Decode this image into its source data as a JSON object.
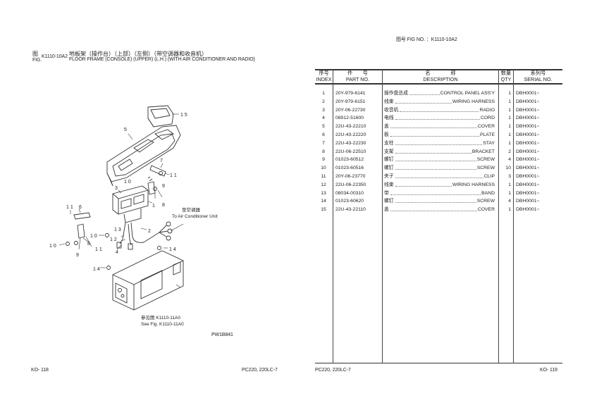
{
  "left_page": {
    "fig_prefix_cn": "图",
    "fig_prefix_en": "FIG.",
    "fig_no": "K1110-10A2",
    "title_cn": "地板架（操作台）（上部）（左侧）（带空调器和收音机）",
    "title_en": "FLOOR FRAME (CONSOLE) (UPPER) (L.H.) (WITH AIR CONDITIONER AND RADIO)",
    "diagram": {
      "callouts": [
        "1",
        "2",
        "3",
        "4",
        "5",
        "6",
        "7",
        "8",
        "8",
        "9",
        "9",
        "10",
        "10",
        "10",
        "11",
        "11",
        "11",
        "12",
        "13",
        "14",
        "14",
        "15"
      ],
      "to_ac_cn": "至空调器",
      "to_ac_en": "To Air Conditioner Unit",
      "see_fig_cn": "参见图 K1110-11A0",
      "see_fig_en": "See Fig. K1110-11A0",
      "code": "PW1B841"
    },
    "page_no": "KO- 118",
    "model": "PC220, 220LC-7"
  },
  "right_page": {
    "fig_header": "图号  FIG NO.  ：K1110-10A2",
    "table": {
      "headers": {
        "index_cn": "序号",
        "index_en": "INDEX",
        "part_cn": "件　　号",
        "part_en": "PART NO.",
        "desc_cn": "名　　　　称",
        "desc_en": "DESCRIPTION",
        "qty_cn": "数量",
        "qty_en": "QTY",
        "serial_cn": "系列号",
        "serial_en": "SERIAL NO."
      },
      "rows": [
        {
          "index": "1",
          "part_no": "20Y-979-6141",
          "desc_cn": "操作盘总成",
          "desc_en": "CONTROL PANEL ASS'Y",
          "qty": "1",
          "serial": "DBH0001~"
        },
        {
          "index": "2",
          "part_no": "20Y-979-6151",
          "desc_cn": "线束",
          "desc_en": "WIRING HARNESS",
          "qty": "1",
          "serial": "DBH0001~"
        },
        {
          "index": "3",
          "part_no": "20Y-06-22730",
          "desc_cn": "收音机",
          "desc_en": "RADIO",
          "qty": "1",
          "serial": "DBH0001~"
        },
        {
          "index": "4",
          "part_no": "08912-51600",
          "desc_cn": "电线",
          "desc_en": "CORD",
          "qty": "1",
          "serial": "DBH0001~"
        },
        {
          "index": "5",
          "part_no": "22U-43-22210",
          "desc_cn": "盖",
          "desc_en": "COVER",
          "qty": "1",
          "serial": "DBH0001~"
        },
        {
          "index": "6",
          "part_no": "22U-43-22220",
          "desc_cn": "板",
          "desc_en": "PLATE",
          "qty": "1",
          "serial": "DBH0001~"
        },
        {
          "index": "7",
          "part_no": "22U-43-22230",
          "desc_cn": "支柱",
          "desc_en": "STAY",
          "qty": "1",
          "serial": "DBH0001~"
        },
        {
          "index": "8",
          "part_no": "22U-06-22510",
          "desc_cn": "支架",
          "desc_en": "BRACKET",
          "qty": "2",
          "serial": "DBH0001~"
        },
        {
          "index": "9",
          "part_no": "01023-60512",
          "desc_cn": "螺钉",
          "desc_en": "SCREW",
          "qty": "4",
          "serial": "DBH0001~"
        },
        {
          "index": "10",
          "part_no": "01023-60516",
          "desc_cn": "螺钉",
          "desc_en": "SCREW",
          "qty": "10",
          "serial": "DBH0001~"
        },
        {
          "index": "11",
          "part_no": "20Y-06-23770",
          "desc_cn": "夹子",
          "desc_en": "CLIP",
          "qty": "3",
          "serial": "DBH0001~"
        },
        {
          "index": "12",
          "part_no": "22U-06-22350",
          "desc_cn": "线束",
          "desc_en": "WIRING HARNESS",
          "qty": "1",
          "serial": "DBH0001~"
        },
        {
          "index": "13",
          "part_no": "08034-00310",
          "desc_cn": "带",
          "desc_en": "BAND",
          "qty": "1",
          "serial": "DBH0001~"
        },
        {
          "index": "14",
          "part_no": "01023-60620",
          "desc_cn": "螺钉",
          "desc_en": "SCREW",
          "qty": "4",
          "serial": "DBH0001~"
        },
        {
          "index": "15",
          "part_no": "22U-43-22110",
          "desc_cn": "盖",
          "desc_en": "COVER",
          "qty": "1",
          "serial": "DBH0001~"
        }
      ]
    },
    "page_no": "KO- 119",
    "model": "PC220, 220LC-7"
  }
}
